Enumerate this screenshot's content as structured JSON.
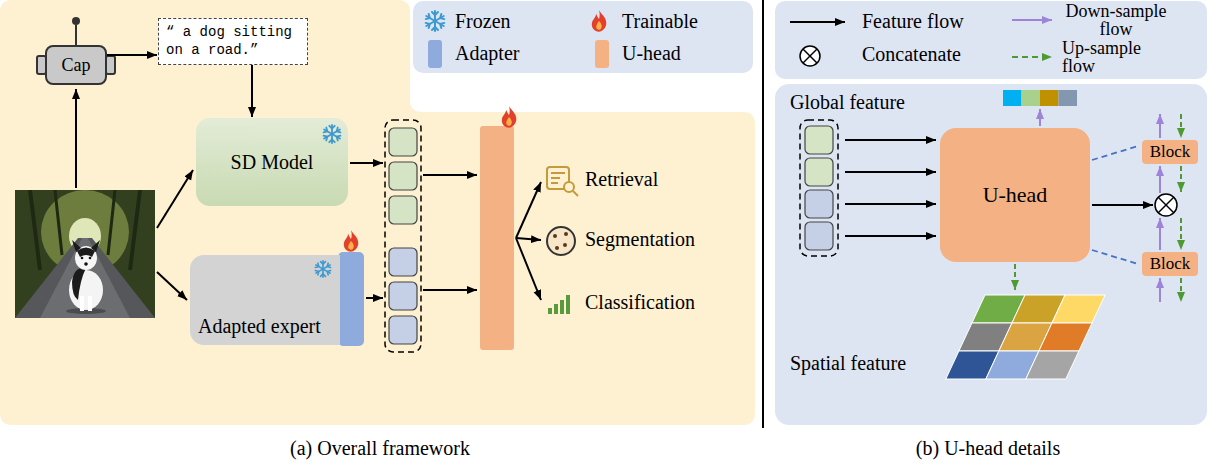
{
  "diagram": {
    "nodes": [
      {
        "text": [
          "Cap"
        ]
      },
      {
        "text": [
          "“ a dog sitting on a road.”"
        ]
      },
      {
        "text": [
          "SD Model"
        ]
      },
      {
        "text": [
          "Adapted expert"
        ]
      },
      {
        "text": [
          "U-head"
        ]
      },
      {
        "text": [
          "Block"
        ]
      },
      {
        "text": [
          "Block"
        ]
      }
    ],
    "edges": [
      {
        "from": 0,
        "to": 1,
        "arrow": "to"
      },
      {
        "from": 1,
        "to": 2,
        "arrow": "to"
      }
    ],
    "labels": [
      "Retrieval",
      "Segmentation",
      "Classification",
      "Global feature",
      "Spatial feature",
      "(a) Overall framework",
      "(b) U-head details"
    ],
    "legend": [
      {
        "text": "Frozen"
      },
      {
        "text": "Trainable"
      },
      {
        "text": "Adapter",
        "color": "#8faadc"
      },
      {
        "text": "U-head",
        "color": "#f4b183"
      },
      {
        "text": "Feature flow"
      },
      {
        "text": "Down-sample flow"
      },
      {
        "text": "Concatenate"
      },
      {
        "text": "Up-sample flow"
      }
    ]
  }
}
